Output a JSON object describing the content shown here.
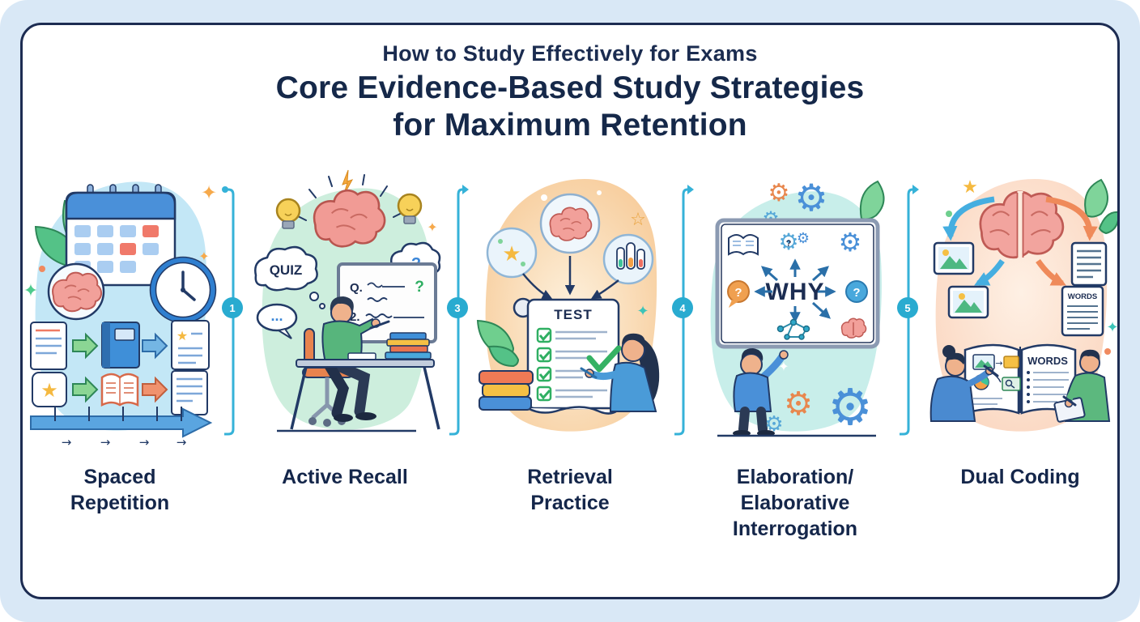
{
  "header": {
    "kicker": "How to Study Effectively for Exams",
    "title_line1": "Core Evidence-Based Study Strategies",
    "title_line2": "for Maximum Retention"
  },
  "panels": [
    {
      "label": "Spaced Repetition",
      "texts": {}
    },
    {
      "label": "Active Recall",
      "texts": {
        "quiz": "QUIZ",
        "dots": "...",
        "thought_q": "?",
        "board_q": "Q.",
        "board_line2": "2.",
        "board_question": "?"
      }
    },
    {
      "label": "Retrieval Practice",
      "texts": {
        "test": "TEST"
      }
    },
    {
      "label": "Elaboration/ Elaborative Interrogation",
      "texts": {
        "why": "WHY",
        "q_left": "?",
        "q_right": "?"
      }
    },
    {
      "label": "Dual Coding",
      "texts": {
        "words_doc": "WORDS",
        "words_page": "WORDS"
      }
    }
  ],
  "connectors": [
    {
      "number": "1"
    },
    {
      "number": "3"
    },
    {
      "number": "4"
    },
    {
      "number": "5"
    }
  ],
  "colors": {
    "page_background": "#d9e8f6",
    "card_border": "#1d2c52",
    "title_text": "#152849",
    "connector_line": "#35b2d8",
    "badge_fill": "#29abd0",
    "blob_blue": "#c3e7f6",
    "blob_mint": "#cdeedd",
    "blob_orange": "#f6c58e",
    "blob_teal": "#c8eeea",
    "blob_peach": "#fcdcca",
    "brain_pink": "#f2a09a",
    "leaf_green": "#7fd49a",
    "star_yellow": "#f5b940",
    "accent_blue": "#4a90d8",
    "accent_orange": "#ef8a5a",
    "check_green": "#35b264",
    "outline_navy": "#223a66"
  }
}
